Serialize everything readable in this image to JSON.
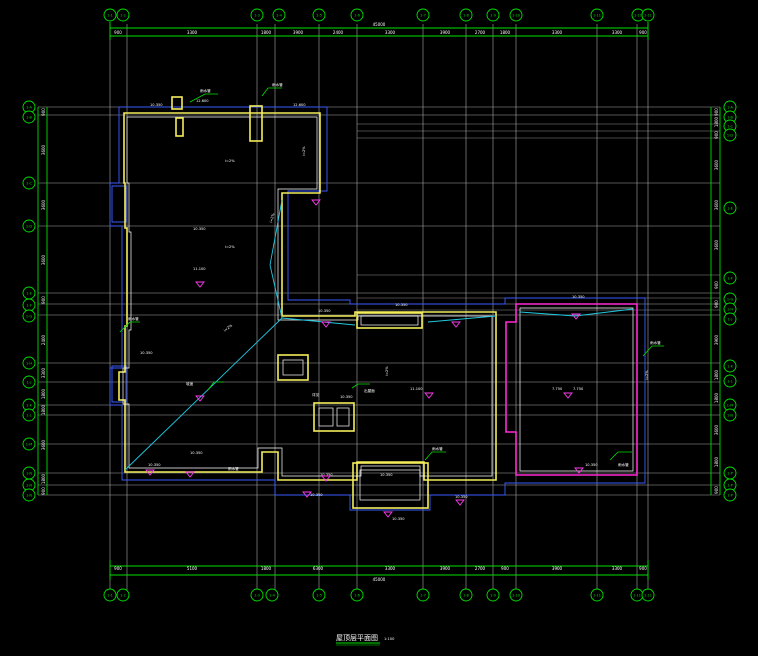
{
  "drawing": {
    "title": "屋顶层平面图",
    "scale": "1:100",
    "axis_labels": {
      "top": [
        "1-1",
        "1-2",
        "1-3",
        "1-4",
        "1-5",
        "1-6",
        "1-7",
        "1-8",
        "1-9",
        "1-10",
        "1-11"
      ],
      "left": [
        "1-A",
        "1-B",
        "1-C",
        "1-D",
        "1-E",
        "1-F",
        "1-G",
        "1-H",
        "1-J",
        "1-K",
        "1-L",
        "1-M",
        "1-N"
      ],
      "right": [
        "1-A",
        "1-B",
        "1-C",
        "1-D",
        "1-E",
        "1-F",
        "1-G",
        "1-H",
        "1-J",
        "1-K",
        "1-L",
        "1-M",
        "1-N",
        "1-P"
      ]
    },
    "dims": {
      "top_total": "45000",
      "top_segments": [
        "900",
        "3300",
        "1800",
        "3900",
        "2400",
        "3300",
        "3900",
        "2700",
        "1800",
        "3300",
        "3300",
        "900"
      ],
      "bottom_total": "45000",
      "bottom_segments": [
        "900",
        "5100",
        "1800",
        "6300",
        "3300",
        "3900",
        "2700",
        "900",
        "3900",
        "3300",
        "900"
      ],
      "left_segments": [
        "900",
        "3600",
        "3600",
        "3600",
        "900",
        "2400",
        "3300",
        "1800",
        "1800",
        "3600",
        "1800",
        "900"
      ],
      "right_segments": [
        "900",
        "1800",
        "900",
        "3600",
        "3600",
        "3600",
        "900",
        "900",
        "3900",
        "1800",
        "1800",
        "3600",
        "1800",
        "900"
      ]
    },
    "annotations": {
      "slope": "i=2%",
      "elev1": "11.100",
      "elev2": "10.350",
      "elev3": "12.600",
      "elev4": "7.750",
      "drain": "雨水管",
      "pitch": "坡度",
      "note": "详见",
      "hatch": "出屋面"
    }
  }
}
